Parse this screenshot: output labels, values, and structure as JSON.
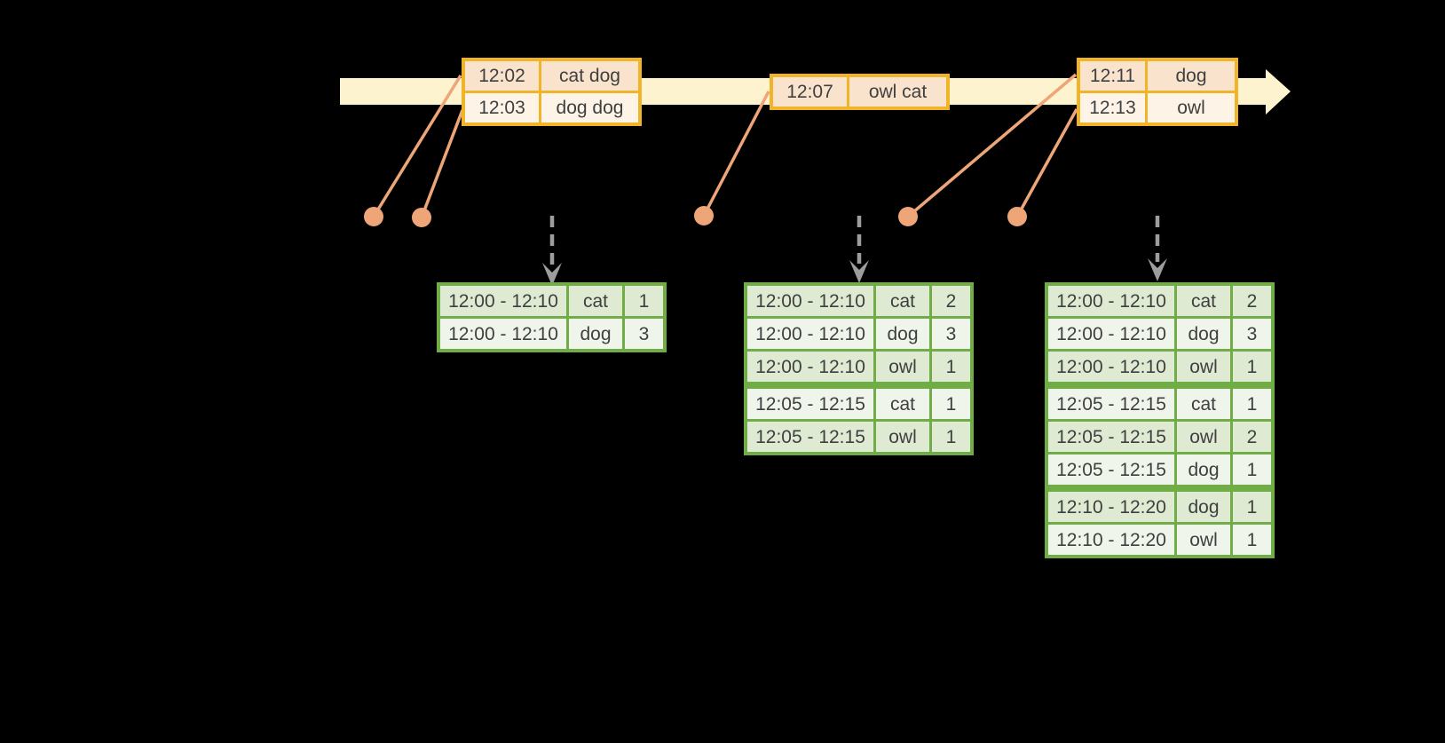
{
  "background": "#000000",
  "palette": {
    "timeline_fill": "#fdf3cf",
    "event_box_border": "#f0b429",
    "event_row_peach": "#fae3cc",
    "event_row_cream": "#fdf4e7",
    "connector_salmon": "#eea678",
    "trigger_arrow_gray": "#9d9d9d",
    "table_border_green": "#71ad47",
    "table_row_dark": "#dfead3",
    "table_row_light": "#f0f5eb",
    "text": "#3f3f3f"
  },
  "event_boxes": [
    {
      "rows": [
        {
          "time": "12:02",
          "words": "cat dog"
        },
        {
          "time": "12:03",
          "words": "dog dog"
        }
      ]
    },
    {
      "rows": [
        {
          "time": "12:07",
          "words": "owl cat"
        }
      ]
    },
    {
      "rows": [
        {
          "time": "12:11",
          "words": "dog"
        },
        {
          "time": "12:13",
          "words": "owl"
        }
      ]
    }
  ],
  "result_tables": [
    {
      "rows": [
        {
          "window": "12:00 - 12:10",
          "word": "cat",
          "count": 1
        },
        {
          "window": "12:00 - 12:10",
          "word": "dog",
          "count": 3
        }
      ]
    },
    {
      "rows": [
        {
          "window": "12:00 - 12:10",
          "word": "cat",
          "count": 2
        },
        {
          "window": "12:00 - 12:10",
          "word": "dog",
          "count": 3
        },
        {
          "window": "12:00 - 12:10",
          "word": "owl",
          "count": 1
        },
        {
          "window": "12:05 - 12:15",
          "word": "cat",
          "count": 1
        },
        {
          "window": "12:05 - 12:15",
          "word": "owl",
          "count": 1
        }
      ]
    },
    {
      "rows": [
        {
          "window": "12:00 - 12:10",
          "word": "cat",
          "count": 2
        },
        {
          "window": "12:00 - 12:10",
          "word": "dog",
          "count": 3
        },
        {
          "window": "12:00 - 12:10",
          "word": "owl",
          "count": 1
        },
        {
          "window": "12:05 - 12:15",
          "word": "cat",
          "count": 1
        },
        {
          "window": "12:05 - 12:15",
          "word": "owl",
          "count": 2
        },
        {
          "window": "12:05 - 12:15",
          "word": "dog",
          "count": 1
        },
        {
          "window": "12:10 - 12:20",
          "word": "dog",
          "count": 1
        },
        {
          "window": "12:10 - 12:20",
          "word": "owl",
          "count": 1
        }
      ]
    }
  ],
  "icons": {
    "timeline_arrowhead": "right-arrowhead",
    "trigger_arrow": "dashed-down-arrow",
    "event_dot": "arrival-dot"
  }
}
